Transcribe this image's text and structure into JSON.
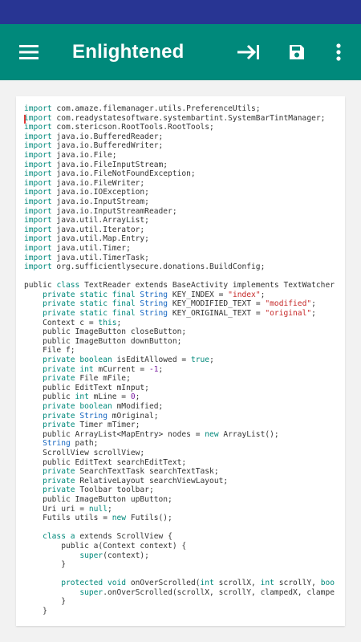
{
  "app": {
    "title": "Enlightened"
  },
  "toolbar": {
    "menu_icon": "hamburger-menu-icon",
    "actions": [
      {
        "name": "tab-icon",
        "label": "Tab / indent"
      },
      {
        "name": "save-icon",
        "label": "Save"
      },
      {
        "name": "more-vert-icon",
        "label": "More options"
      }
    ]
  },
  "colors": {
    "status_bar": "#283593",
    "toolbar": "#00897b",
    "keyword": "#00897b",
    "identifier": "#1565c0",
    "string": "#c62828",
    "number": "#7b1fa2",
    "plain": "#333333"
  },
  "editor": {
    "lines": [
      [
        [
          "kw",
          "import"
        ],
        [
          "pl",
          " com.amaze.filemanager.utils.PreferenceUtils;"
        ]
      ],
      [
        [
          "kw",
          "import"
        ],
        [
          "pl",
          " com.readystatesoftware.systembartint.SystemBarTintManager;"
        ]
      ],
      [
        [
          "kw",
          "import"
        ],
        [
          "pl",
          " com.stericson.RootTools.RootTools;"
        ]
      ],
      [
        [
          "kw",
          "import"
        ],
        [
          "pl",
          " java.io.BufferedReader;"
        ]
      ],
      [
        [
          "kw",
          "import"
        ],
        [
          "pl",
          " java.io.BufferedWriter;"
        ]
      ],
      [
        [
          "kw",
          "import"
        ],
        [
          "pl",
          " java.io.File;"
        ]
      ],
      [
        [
          "kw",
          "import"
        ],
        [
          "pl",
          " java.io.FileInputStream;"
        ]
      ],
      [
        [
          "kw",
          "import"
        ],
        [
          "pl",
          " java.io.FileNotFoundException;"
        ]
      ],
      [
        [
          "kw",
          "import"
        ],
        [
          "pl",
          " java.io.FileWriter;"
        ]
      ],
      [
        [
          "kw",
          "import"
        ],
        [
          "pl",
          " java.io.IOException;"
        ]
      ],
      [
        [
          "kw",
          "import"
        ],
        [
          "pl",
          " java.io.InputStream;"
        ]
      ],
      [
        [
          "kw",
          "import"
        ],
        [
          "pl",
          " java.io.InputStreamReader;"
        ]
      ],
      [
        [
          "kw",
          "import"
        ],
        [
          "pl",
          " java.util.ArrayList;"
        ]
      ],
      [
        [
          "kw",
          "import"
        ],
        [
          "pl",
          " java.util.Iterator;"
        ]
      ],
      [
        [
          "kw",
          "import"
        ],
        [
          "pl",
          " java.util.Map.Entry;"
        ]
      ],
      [
        [
          "kw",
          "import"
        ],
        [
          "pl",
          " java.util.Timer;"
        ]
      ],
      [
        [
          "kw",
          "import"
        ],
        [
          "pl",
          " java.util.TimerTask;"
        ]
      ],
      [
        [
          "kw",
          "import"
        ],
        [
          "pl",
          " org.sufficientlysecure.donations.BuildConfig;"
        ]
      ],
      [],
      [
        [
          "pl",
          "public "
        ],
        [
          "kw",
          "class"
        ],
        [
          "pl",
          " TextReader extends BaseActivity implements TextWatcher"
        ]
      ],
      [
        [
          "pl",
          "    "
        ],
        [
          "kw",
          "private static final"
        ],
        [
          "pl",
          " "
        ],
        [
          "id",
          "String"
        ],
        [
          "pl",
          " KEY_INDEX = "
        ],
        [
          "str",
          "\"index\""
        ],
        [
          "pl",
          ";"
        ]
      ],
      [
        [
          "pl",
          "    "
        ],
        [
          "kw",
          "private static final"
        ],
        [
          "pl",
          " "
        ],
        [
          "id",
          "String"
        ],
        [
          "pl",
          " KEY_MODIFIED_TEXT = "
        ],
        [
          "str",
          "\"modified\""
        ],
        [
          "pl",
          ";"
        ]
      ],
      [
        [
          "pl",
          "    "
        ],
        [
          "kw",
          "private static final"
        ],
        [
          "pl",
          " "
        ],
        [
          "id",
          "String"
        ],
        [
          "pl",
          " KEY_ORIGINAL_TEXT = "
        ],
        [
          "str",
          "\"original\""
        ],
        [
          "pl",
          ";"
        ]
      ],
      [
        [
          "pl",
          "    Context c = "
        ],
        [
          "kw",
          "this"
        ],
        [
          "pl",
          ";"
        ]
      ],
      [
        [
          "pl",
          "    public ImageButton closeButton;"
        ]
      ],
      [
        [
          "pl",
          "    public ImageButton downButton;"
        ]
      ],
      [
        [
          "pl",
          "    File f;"
        ]
      ],
      [
        [
          "pl",
          "    "
        ],
        [
          "kw",
          "private boolean"
        ],
        [
          "pl",
          " isEditAllowed = "
        ],
        [
          "kw",
          "true"
        ],
        [
          "pl",
          ";"
        ]
      ],
      [
        [
          "pl",
          "    "
        ],
        [
          "kw",
          "private int"
        ],
        [
          "pl",
          " mCurrent = "
        ],
        [
          "num",
          "-1"
        ],
        [
          "pl",
          ";"
        ]
      ],
      [
        [
          "pl",
          "    "
        ],
        [
          "kw",
          "private"
        ],
        [
          "pl",
          " File mFile;"
        ]
      ],
      [
        [
          "pl",
          "    public EditText mInput;"
        ]
      ],
      [
        [
          "pl",
          "    public "
        ],
        [
          "kw",
          "int"
        ],
        [
          "pl",
          " mLine = "
        ],
        [
          "num",
          "0"
        ],
        [
          "pl",
          ";"
        ]
      ],
      [
        [
          "pl",
          "    "
        ],
        [
          "kw",
          "private boolean"
        ],
        [
          "pl",
          " mModified;"
        ]
      ],
      [
        [
          "pl",
          "    "
        ],
        [
          "kw",
          "private"
        ],
        [
          "pl",
          " "
        ],
        [
          "id",
          "String"
        ],
        [
          "pl",
          " mOriginal;"
        ]
      ],
      [
        [
          "pl",
          "    "
        ],
        [
          "kw",
          "private"
        ],
        [
          "pl",
          " Timer mTimer;"
        ]
      ],
      [
        [
          "pl",
          "    public ArrayList<MapEntry> nodes = "
        ],
        [
          "kw",
          "new"
        ],
        [
          "pl",
          " ArrayList();"
        ]
      ],
      [
        [
          "pl",
          "    "
        ],
        [
          "id",
          "String"
        ],
        [
          "pl",
          " path;"
        ]
      ],
      [
        [
          "pl",
          "    ScrollView scrollView;"
        ]
      ],
      [
        [
          "pl",
          "    public EditText searchEditText;"
        ]
      ],
      [
        [
          "pl",
          "    "
        ],
        [
          "kw",
          "private"
        ],
        [
          "pl",
          " SearchTextTask searchTextTask;"
        ]
      ],
      [
        [
          "pl",
          "    "
        ],
        [
          "kw",
          "private"
        ],
        [
          "pl",
          " RelativeLayout searchViewLayout;"
        ]
      ],
      [
        [
          "pl",
          "    "
        ],
        [
          "kw",
          "private"
        ],
        [
          "pl",
          " Toolbar toolbar;"
        ]
      ],
      [
        [
          "pl",
          "    public ImageButton upButton;"
        ]
      ],
      [
        [
          "pl",
          "    Uri uri = "
        ],
        [
          "kw",
          "null"
        ],
        [
          "pl",
          ";"
        ]
      ],
      [
        [
          "pl",
          "    Futils utils = "
        ],
        [
          "kw",
          "new"
        ],
        [
          "pl",
          " Futils();"
        ]
      ],
      [],
      [
        [
          "pl",
          "    "
        ],
        [
          "kw",
          "class a"
        ],
        [
          "pl",
          " extends ScrollView {"
        ]
      ],
      [
        [
          "pl",
          "        public a(Context context) {"
        ]
      ],
      [
        [
          "pl",
          "            "
        ],
        [
          "kw",
          "super"
        ],
        [
          "pl",
          "(context);"
        ]
      ],
      [
        [
          "pl",
          "        }"
        ]
      ],
      [],
      [
        [
          "pl",
          "        "
        ],
        [
          "kw",
          "protected void"
        ],
        [
          "pl",
          " onOverScrolled("
        ],
        [
          "kw",
          "int"
        ],
        [
          "pl",
          " scrollX, "
        ],
        [
          "kw",
          "int"
        ],
        [
          "pl",
          " scrollY, "
        ],
        [
          "kw",
          "boo"
        ]
      ],
      [
        [
          "pl",
          "            "
        ],
        [
          "kw",
          "super"
        ],
        [
          "pl",
          ".onOverScrolled(scrollX, scrollY, clampedX, clampe"
        ]
      ],
      [
        [
          "pl",
          "        }"
        ]
      ],
      [
        [
          "pl",
          "    }"
        ]
      ]
    ]
  }
}
